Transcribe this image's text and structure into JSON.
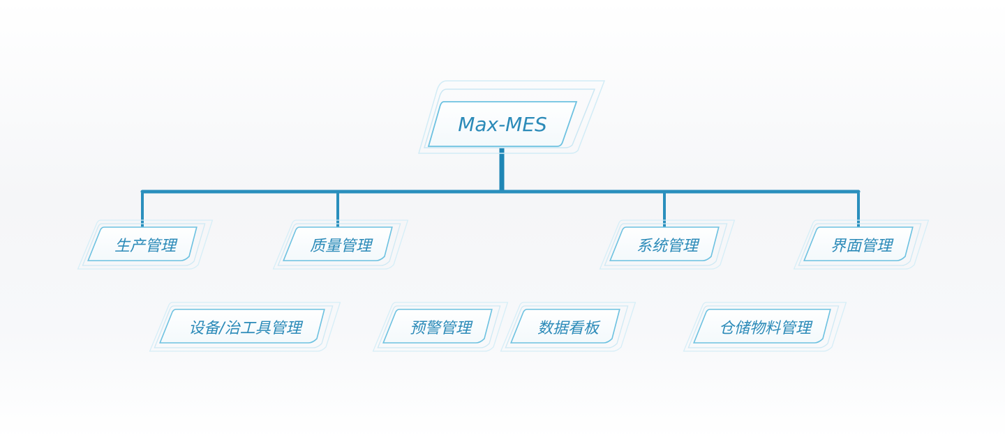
{
  "root": {
    "label": "Max-MES"
  },
  "modules": [
    {
      "id": "production",
      "label": "生产管理"
    },
    {
      "id": "equipment",
      "label": "设备/治工具管理"
    },
    {
      "id": "quality",
      "label": "质量管理"
    },
    {
      "id": "warning",
      "label": "预警管理"
    },
    {
      "id": "dashboard",
      "label": "数据看板"
    },
    {
      "id": "system",
      "label": "系统管理"
    },
    {
      "id": "warehouse",
      "label": "仓储物料管理"
    },
    {
      "id": "interface",
      "label": "界面管理"
    }
  ],
  "colors": {
    "line": "#2a8fbd",
    "text": "#2b8ab8",
    "box_inner_stroke": "#6cc1e0",
    "box_outer_stroke": "#d2ecf6"
  }
}
